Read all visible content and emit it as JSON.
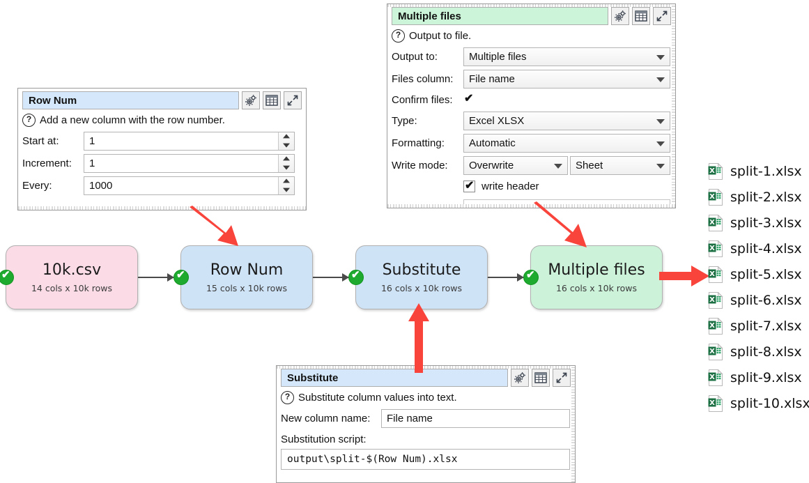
{
  "panels": {
    "row_num": {
      "title": "Row Num",
      "help": "Add a new column with the row number.",
      "fields": [
        {
          "label": "Start at:",
          "value": "1"
        },
        {
          "label": "Increment:",
          "value": "1"
        },
        {
          "label": "Every:",
          "value": "1000"
        }
      ],
      "icons": {
        "settings": "gear-icon",
        "table": "table-icon",
        "expand": "expand-icon"
      }
    },
    "multiple_files": {
      "title": "Multiple files",
      "help": "Output to file.",
      "rows": [
        {
          "label": "Output to:",
          "value": "Multiple files",
          "type": "combo"
        },
        {
          "label": "Files column:",
          "value": "File name",
          "type": "combo"
        },
        {
          "label": "Confirm files:",
          "value": "",
          "type": "checkbox",
          "checked": true
        },
        {
          "label": "Type:",
          "value": "Excel XLSX",
          "type": "combo"
        },
        {
          "label": "Formatting:",
          "value": "Automatic",
          "type": "combo"
        },
        {
          "label": "Write mode:",
          "value": "Overwrite",
          "value2": "Sheet",
          "type": "combo2"
        }
      ],
      "write_header_label": "write header",
      "write_header_checked": true,
      "icons": {
        "settings": "gear-icon",
        "table": "table-icon",
        "expand": "expand-icon"
      }
    },
    "substitute": {
      "title": "Substitute",
      "help": "Substitute column values into text.",
      "new_column_label": "New column name:",
      "new_column_value": "File name",
      "script_label": "Substitution script:",
      "script_value": "output\\split-$(Row Num).xlsx",
      "icons": {
        "settings": "gear-icon",
        "table": "table-icon",
        "expand": "expand-icon"
      }
    }
  },
  "flow": {
    "nodes": [
      {
        "title": "10k.csv",
        "subtitle": "14 cols x 10k rows",
        "color": "pink",
        "status": "ok"
      },
      {
        "title": "Row Num",
        "subtitle": "15 cols x 10k rows",
        "color": "blue",
        "status": "ok"
      },
      {
        "title": "Substitute",
        "subtitle": "16 cols x 10k rows",
        "color": "blue",
        "status": "ok"
      },
      {
        "title": "Multiple files",
        "subtitle": "16 cols x 10k rows",
        "color": "green",
        "status": "ok"
      }
    ]
  },
  "files": [
    {
      "name": "split-1.xlsx"
    },
    {
      "name": "split-2.xlsx"
    },
    {
      "name": "split-3.xlsx"
    },
    {
      "name": "split-4.xlsx"
    },
    {
      "name": "split-5.xlsx"
    },
    {
      "name": "split-6.xlsx"
    },
    {
      "name": "split-7.xlsx"
    },
    {
      "name": "split-8.xlsx"
    },
    {
      "name": "split-9.xlsx"
    },
    {
      "name": "split-10.xlsx"
    }
  ],
  "colors": {
    "node_pink": "#fbdce6",
    "node_blue": "#cfe3f7",
    "node_green": "#ccf2da",
    "title_blue": "#d5e8fb",
    "title_green": "#ccf4d9",
    "status_ok": "#1eaa2e",
    "annotation_arrow": "#f9443c",
    "excel_green": "#1d7044"
  },
  "annotations": {
    "arrow_to_row_num": "red-arrow-down-right",
    "arrow_to_multiple_files": "red-arrow-down-right",
    "arrow_to_substitute": "red-arrow-up",
    "arrow_to_files": "red-arrow-right"
  }
}
